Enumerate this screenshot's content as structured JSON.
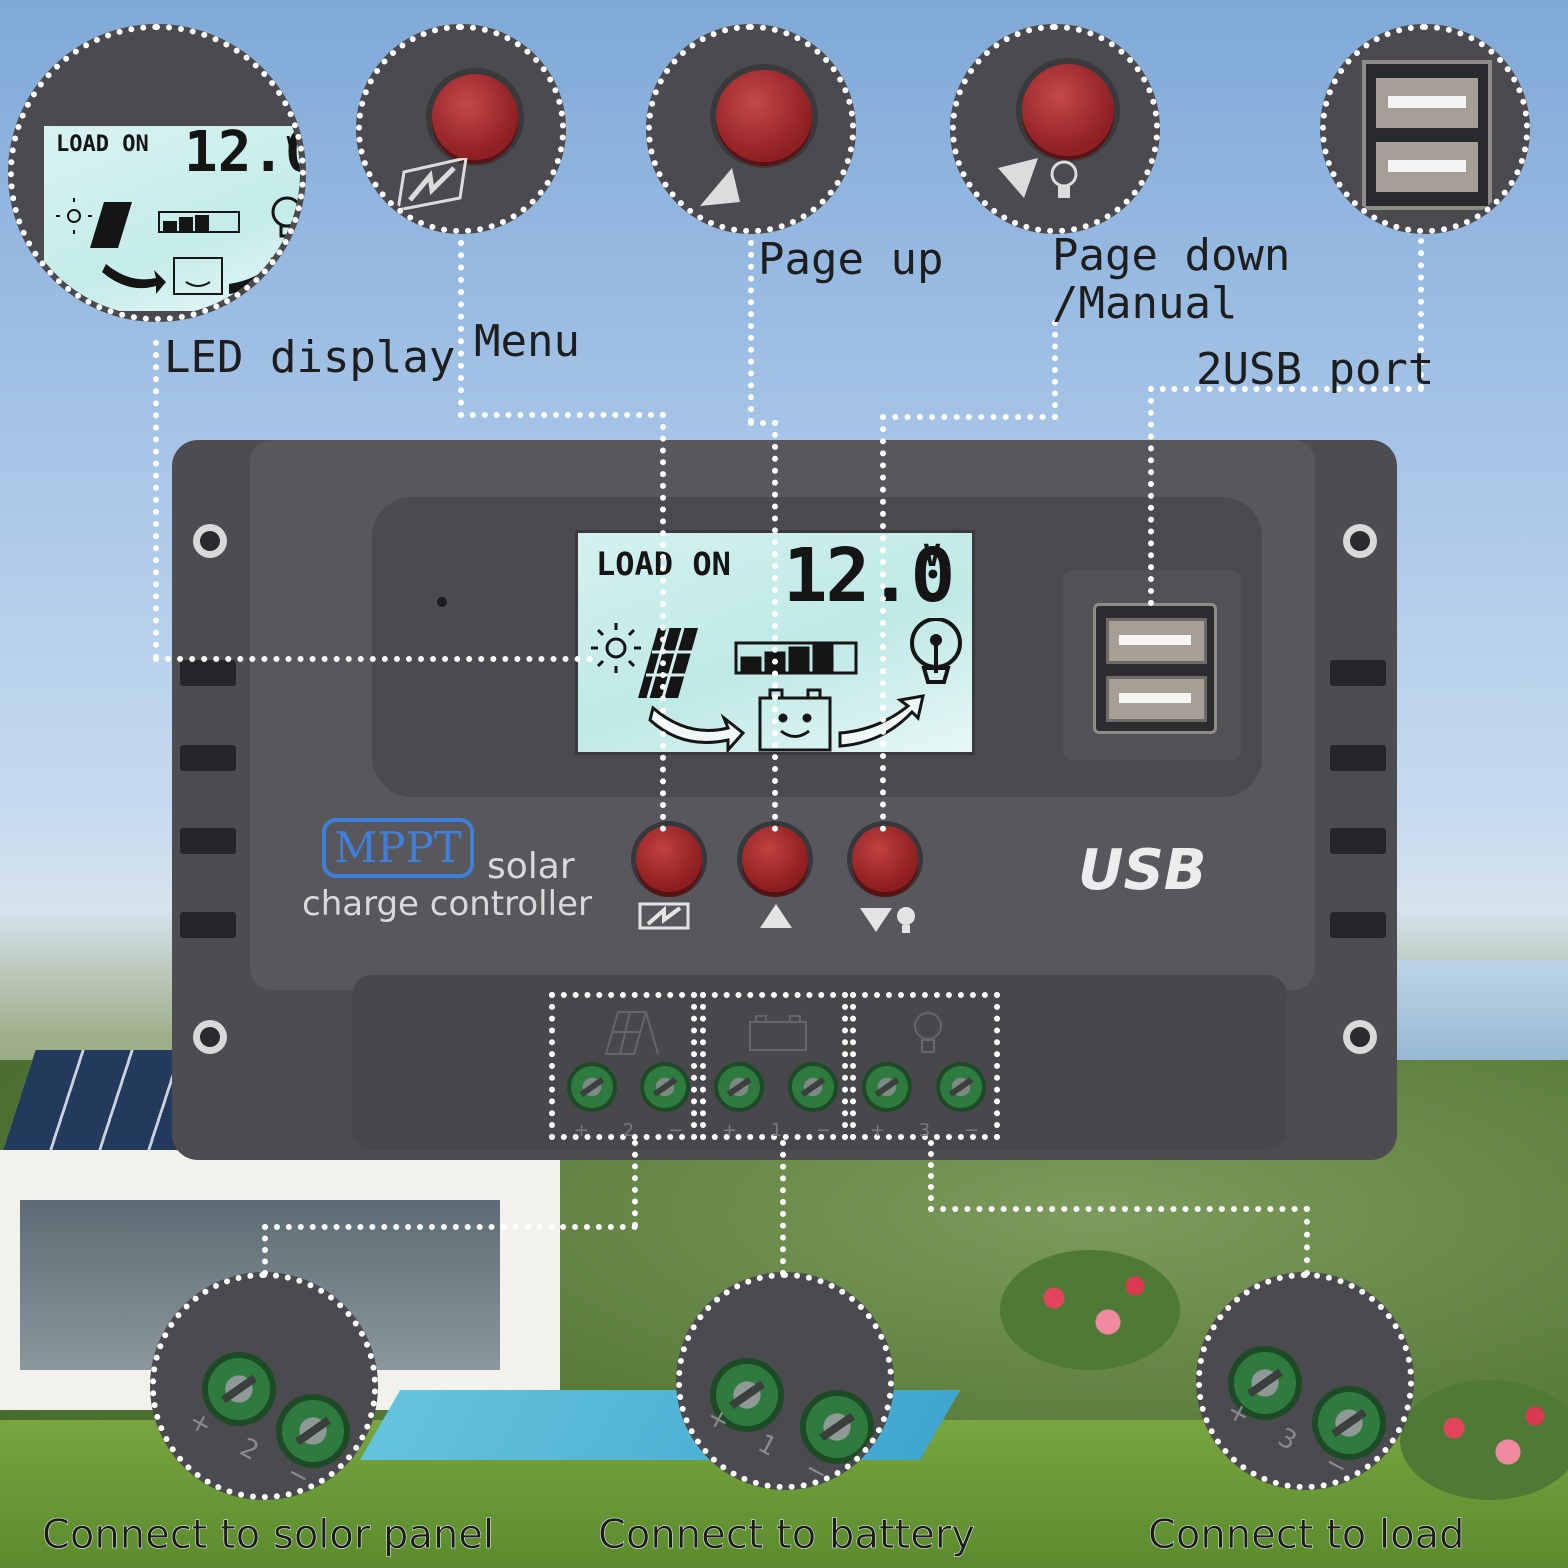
{
  "labels": {
    "led_display": "LED display",
    "menu": "Menu",
    "page_up": "Page up",
    "page_down_line1": "Page down",
    "page_down_line2": "/Manual",
    "usb_port": "2USB port",
    "connect_solar": "Connect to solor panel",
    "connect_battery": "Connect to battery",
    "connect_load": "Connect to load"
  },
  "lcd": {
    "status": "LOAD ON",
    "voltage": "12.0",
    "unit": "V"
  },
  "device": {
    "brand_box": "MPPT",
    "brand_word": "solar",
    "subtitle": "charge controller",
    "usb_logo": "USB"
  },
  "terminal_marks": {
    "solar": "+ 2 −",
    "battery": "+ 1 −",
    "load": "+ 3 −"
  },
  "colors": {
    "button_red": "#a82a2c",
    "device_body": "#4d4c51",
    "lcd_backlight": "#c4ecea",
    "terminal_green": "#2f7a3e"
  },
  "icons": [
    "sun-icon",
    "solar-panel-icon",
    "battery-icon",
    "lightbulb-icon",
    "menu-icon",
    "up-arrow-icon",
    "down-arrow-icon",
    "usb-icon"
  ]
}
